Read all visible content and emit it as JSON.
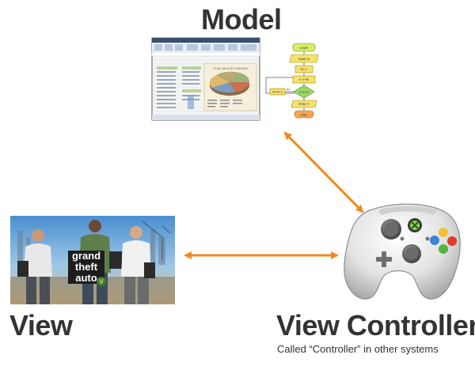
{
  "model": {
    "title": "Model",
    "chart_caption": "TOTAL SALES BY CATEGORY"
  },
  "view": {
    "title": "View",
    "game_logo_lines": [
      "grand",
      "theft",
      "auto"
    ]
  },
  "view_controller": {
    "title": "View Controller",
    "subtitle": "Called “Controller” in other systems"
  },
  "flowchart": {
    "steps": [
      "START",
      "READ N",
      "M=1",
      "F=F*M",
      "IS M=N?",
      "PRINT F",
      "END"
    ],
    "branch_label": "NO",
    "side_step": "M=M+1",
    "yes_label": "YES"
  },
  "colors": {
    "arrow": "#f08a1c",
    "text": "#333333"
  },
  "icons": [
    "spreadsheet-screenshot",
    "flowchart-image",
    "game-poster",
    "gamepad-controller"
  ]
}
